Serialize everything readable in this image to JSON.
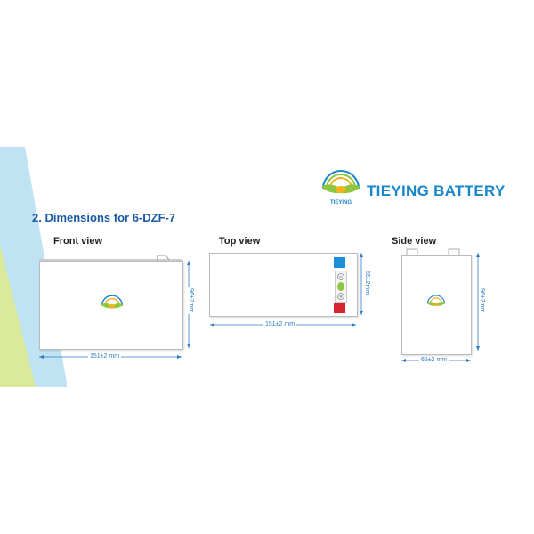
{
  "brand": {
    "name": "TIEYING BATTERY",
    "logo_text": "TIEYING",
    "primary_color": "#1a86cc",
    "logo_green": "#8dc63f",
    "logo_yellow": "#f2b21b"
  },
  "section": {
    "title": "2.  Dimensions for 6-DZF-7"
  },
  "views": {
    "front": {
      "label": "Front view",
      "width_dim": "151±2 mm",
      "height_dim": "96±2mm"
    },
    "top": {
      "label": "Top view",
      "width_dim": "151±2 mm",
      "depth_dim": "65±2mm"
    },
    "side": {
      "label": "Side view",
      "width_dim": "65±2 mm",
      "height_dim": "96±2mm"
    }
  },
  "terminals": {
    "negative_color": "#1e8fd6",
    "positive_color": "#d9232e"
  },
  "colors": {
    "stripe_blue": "#bfe3f2",
    "stripe_green": "#dbe99a",
    "dimension_line": "#2b7cc4"
  }
}
